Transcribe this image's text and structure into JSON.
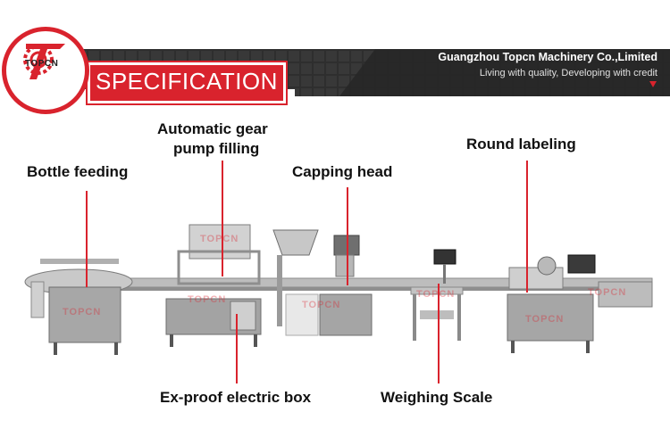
{
  "header": {
    "logo_text": "TOPCN",
    "section_title": "SPECIFICATION",
    "company_name": "Guangzhou Topcn Machinery Co.,Limited",
    "slogan": "Living with quality, Developing with credit"
  },
  "labels": {
    "bottle_feeding": "Bottle feeding",
    "gear_pump_line1": "Automatic gear",
    "gear_pump_line2": "pump filling",
    "capping_head": "Capping head",
    "round_labeling": "Round labeling",
    "electric_box": "Ex-proof electric box",
    "weighing_scale": "Weighing Scale"
  },
  "watermark": "TOPCN",
  "colors": {
    "accent": "#d9232d",
    "banner_dark": "#2b2b2b",
    "machine_steel": "#9a9a9a"
  }
}
